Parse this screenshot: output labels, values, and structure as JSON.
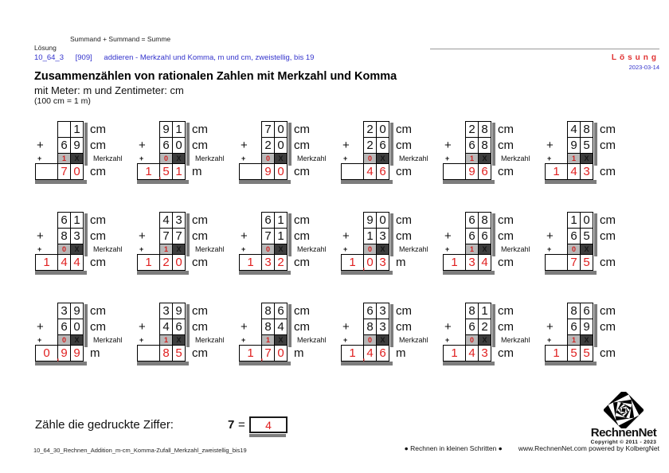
{
  "header": {
    "formula": "Summand + Summand = Summe",
    "loesung": "Lösung",
    "code": "10_64_3",
    "ref": "[909]",
    "description": "addieren - Merkzahl und Komma, m und cm, zweistellig, bis 19",
    "solution_label": "Lösung",
    "date": "2023-03-14"
  },
  "title": {
    "main": "Zusammenzählen von rationalen Zahlen mit Merkzahl und Komma",
    "sub1": "mit Meter: m und Zentimeter: cm",
    "sub2": "(100 cm = 1 m)"
  },
  "labels": {
    "plus": "+",
    "x": "X",
    "merkzahl": "Merkzahl",
    "comma": ","
  },
  "colors": {
    "accent_blue": "#3333cc",
    "accent_red": "#e02020",
    "merk_cell_bg": "#b8b8b8",
    "x_cell_bg": "#3d3d3d",
    "shadow_gray": "#7d7d7d"
  },
  "problems": [
    {
      "a": [
        "",
        "1"
      ],
      "b": [
        "6",
        "9"
      ],
      "merk": "1",
      "merk_label": true,
      "sum": [
        "",
        "7",
        "0"
      ],
      "comma": false,
      "unit_a": "cm",
      "unit_b": "cm",
      "unit_sum": "cm"
    },
    {
      "a": [
        "9",
        "1"
      ],
      "b": [
        "6",
        "0"
      ],
      "merk": "0",
      "merk_label": true,
      "sum": [
        "1",
        "5",
        "1"
      ],
      "comma": true,
      "unit_a": "cm",
      "unit_b": "cm",
      "unit_sum": "m"
    },
    {
      "a": [
        "7",
        "0"
      ],
      "b": [
        "2",
        "0"
      ],
      "merk": "0",
      "merk_label": true,
      "sum": [
        "",
        "9",
        "0"
      ],
      "comma": false,
      "unit_a": "cm",
      "unit_b": "cm",
      "unit_sum": "cm"
    },
    {
      "a": [
        "2",
        "0"
      ],
      "b": [
        "2",
        "6"
      ],
      "merk": "0",
      "merk_label": true,
      "sum": [
        "",
        "4",
        "6"
      ],
      "comma": false,
      "unit_a": "cm",
      "unit_b": "cm",
      "unit_sum": "cm"
    },
    {
      "a": [
        "2",
        "8"
      ],
      "b": [
        "6",
        "8"
      ],
      "merk": "1",
      "merk_label": true,
      "sum": [
        "",
        "9",
        "6"
      ],
      "comma": false,
      "unit_a": "cm",
      "unit_b": "cm",
      "unit_sum": "cm"
    },
    {
      "a": [
        "4",
        "8"
      ],
      "b": [
        "9",
        "5"
      ],
      "merk": "1",
      "merk_label": false,
      "sum": [
        "1",
        "4",
        "3"
      ],
      "comma": false,
      "unit_a": "cm",
      "unit_b": "cm",
      "unit_sum": "cm"
    },
    {
      "a": [
        "6",
        "1"
      ],
      "b": [
        "8",
        "3"
      ],
      "merk": "0",
      "merk_label": true,
      "sum": [
        "1",
        "4",
        "4"
      ],
      "comma": false,
      "unit_a": "cm",
      "unit_b": "cm",
      "unit_sum": "cm"
    },
    {
      "a": [
        "4",
        "3"
      ],
      "b": [
        "7",
        "7"
      ],
      "merk": "1",
      "merk_label": true,
      "sum": [
        "1",
        "2",
        "0"
      ],
      "comma": false,
      "unit_a": "cm",
      "unit_b": "cm",
      "unit_sum": "cm"
    },
    {
      "a": [
        "6",
        "1"
      ],
      "b": [
        "7",
        "1"
      ],
      "merk": "0",
      "merk_label": true,
      "sum": [
        "1",
        "3",
        "2"
      ],
      "comma": false,
      "unit_a": "cm",
      "unit_b": "cm",
      "unit_sum": "cm"
    },
    {
      "a": [
        "9",
        "0"
      ],
      "b": [
        "1",
        "3"
      ],
      "merk": "0",
      "merk_label": true,
      "sum": [
        "1",
        "0",
        "3"
      ],
      "comma": true,
      "unit_a": "cm",
      "unit_b": "cm",
      "unit_sum": "m"
    },
    {
      "a": [
        "6",
        "8"
      ],
      "b": [
        "6",
        "6"
      ],
      "merk": "1",
      "merk_label": true,
      "sum": [
        "1",
        "3",
        "4"
      ],
      "comma": false,
      "unit_a": "cm",
      "unit_b": "cm",
      "unit_sum": "cm"
    },
    {
      "a": [
        "1",
        "0"
      ],
      "b": [
        "6",
        "5"
      ],
      "merk": "0",
      "merk_label": false,
      "sum": [
        "",
        "7",
        "5"
      ],
      "comma": false,
      "unit_a": "cm",
      "unit_b": "cm",
      "unit_sum": "cm"
    },
    {
      "a": [
        "3",
        "9"
      ],
      "b": [
        "6",
        "0"
      ],
      "merk": "0",
      "merk_label": true,
      "sum": [
        "0",
        "9",
        "9"
      ],
      "comma": true,
      "unit_a": "cm",
      "unit_b": "cm",
      "unit_sum": "m"
    },
    {
      "a": [
        "3",
        "9"
      ],
      "b": [
        "4",
        "6"
      ],
      "merk": "1",
      "merk_label": true,
      "sum": [
        "",
        "8",
        "5"
      ],
      "comma": false,
      "unit_a": "cm",
      "unit_b": "cm",
      "unit_sum": "cm"
    },
    {
      "a": [
        "8",
        "6"
      ],
      "b": [
        "8",
        "4"
      ],
      "merk": "1",
      "merk_label": true,
      "sum": [
        "1",
        "7",
        "0"
      ],
      "comma": true,
      "unit_a": "cm",
      "unit_b": "cm",
      "unit_sum": "m"
    },
    {
      "a": [
        "6",
        "3"
      ],
      "b": [
        "8",
        "3"
      ],
      "merk": "0",
      "merk_label": true,
      "sum": [
        "1",
        "4",
        "6"
      ],
      "comma": true,
      "unit_a": "cm",
      "unit_b": "cm",
      "unit_sum": "m"
    },
    {
      "a": [
        "8",
        "1"
      ],
      "b": [
        "6",
        "2"
      ],
      "merk": "0",
      "merk_label": true,
      "sum": [
        "1",
        "4",
        "3"
      ],
      "comma": false,
      "unit_a": "cm",
      "unit_b": "cm",
      "unit_sum": "cm"
    },
    {
      "a": [
        "8",
        "6"
      ],
      "b": [
        "6",
        "9"
      ],
      "merk": "1",
      "merk_label": false,
      "sum": [
        "1",
        "5",
        "5"
      ],
      "comma": false,
      "unit_a": "cm",
      "unit_b": "cm",
      "unit_sum": "cm"
    }
  ],
  "task": {
    "prompt": "Zähle die gedruckte Ziffer:",
    "digit": "7",
    "equals": "=",
    "answer": "4"
  },
  "footer": {
    "filename": "10_64_30_Rechnen_Addition_m-cm_Komma-Zufall_Merkzahl_zweistellig_bis19",
    "slogan": "● Rechnen in kleinen Schritten ●",
    "site": "www.RechnenNet.com powered by KolbergNet"
  },
  "logo": {
    "name": "RechnenNet",
    "copyright": "Copyright © 2011 - 2023"
  }
}
